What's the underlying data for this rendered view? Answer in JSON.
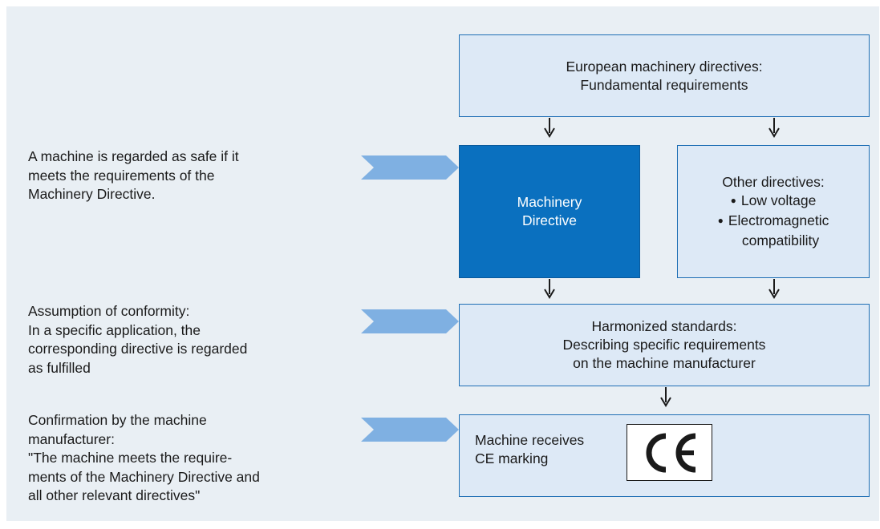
{
  "boxes": {
    "european": [
      "European machinery directives:",
      "Fundamental requirements"
    ],
    "machinery_directive": [
      "Machinery",
      "Directive"
    ],
    "other_directives": {
      "title": "Other directives:",
      "items": [
        "Low voltage",
        "Electromagnetic",
        "compatibility"
      ]
    },
    "harmonized": [
      "Harmonized standards:",
      "Describing specific requirements",
      "on the machine manufacturer"
    ],
    "ce_marking": {
      "lines": [
        "Machine receives",
        "CE marking"
      ],
      "mark_text": "CE"
    }
  },
  "notes": {
    "safe": [
      "A machine is regarded as safe if it",
      "meets the requirements of the",
      "Machinery Directive."
    ],
    "conformity": [
      "Assumption of conformity:",
      "In a specific application, the",
      "corresponding directive is regarded",
      "as fulfilled"
    ],
    "confirmation": [
      "Confirmation by the machine",
      "manufacturer:",
      "\"The machine meets the require-",
      "ments of the Machinery Directive and",
      "all other relevant directives\""
    ]
  },
  "colors": {
    "background": "#e9eff4",
    "light_box": "#dde9f6",
    "dark_box": "#0a70bf",
    "border": "#1f6fb5",
    "chevron": "#7fb0e2",
    "arrow": "#1a1a1a"
  },
  "icons": {
    "chevron": "chevron-right-icon",
    "arrow": "arrow-down-icon",
    "ce_mark": "ce-mark-icon"
  }
}
